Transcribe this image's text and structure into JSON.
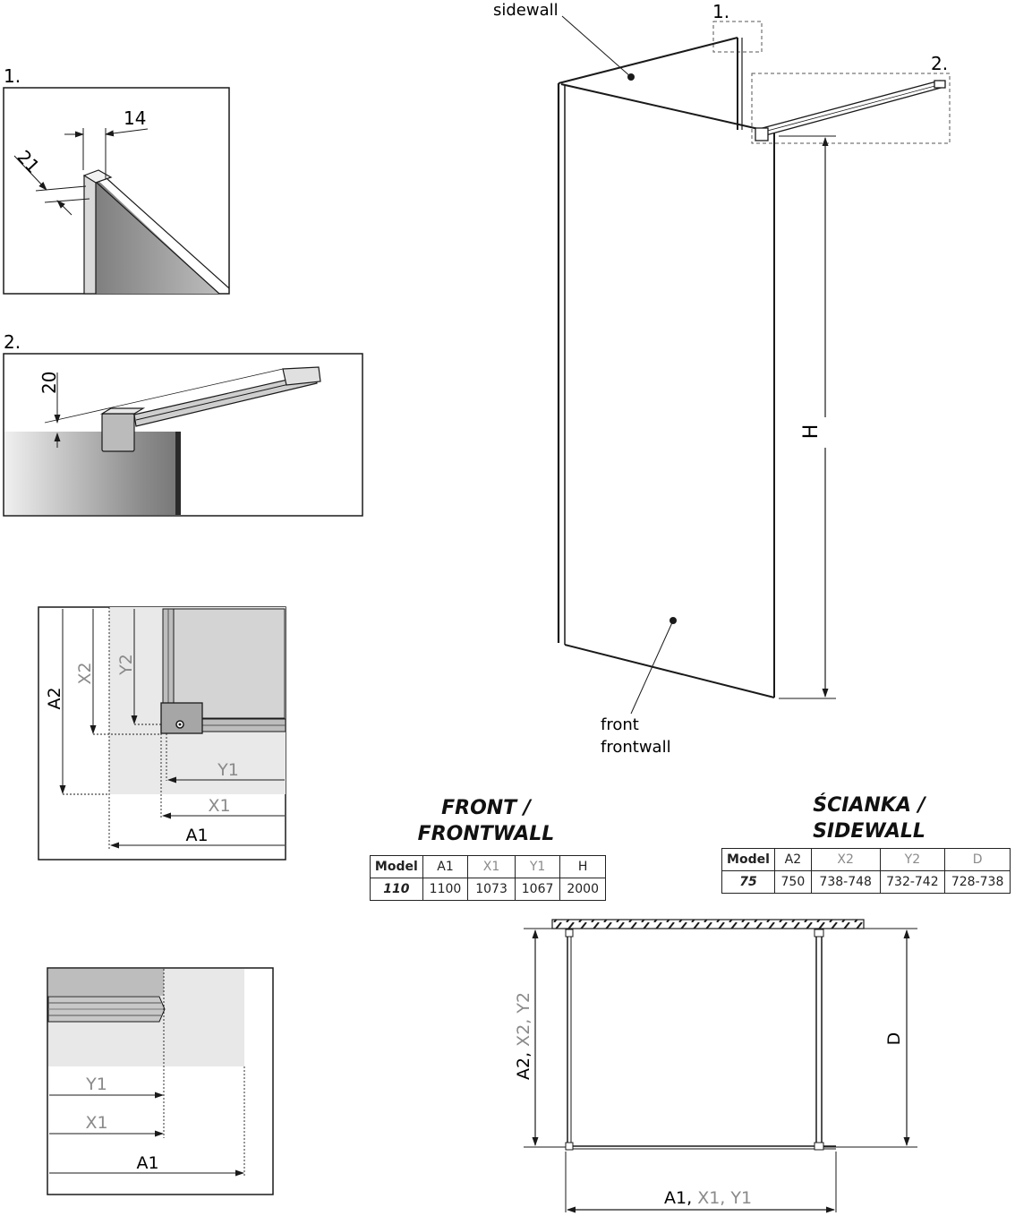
{
  "detail1": {
    "num": "1.",
    "dim_width": "14",
    "dim_gap": "21"
  },
  "detail2": {
    "num": "2.",
    "dim_height": "20"
  },
  "perspective": {
    "sidewall_label": "sidewall",
    "front_label": "front",
    "frontwall_label": "frontwall",
    "callout1": "1.",
    "callout2": "2.",
    "height_label": "H"
  },
  "corner_detail": {
    "a2": "A2",
    "x2": "X2",
    "y2": "Y2",
    "y1": "Y1",
    "x1": "X1",
    "a1": "A1"
  },
  "edge_detail": {
    "y1": "Y1",
    "x1": "X1",
    "a1": "A1"
  },
  "front_table": {
    "title_line1": "FRONT /",
    "title_line2": "FRONTWALL",
    "headers": [
      "Model",
      "A1",
      "X1",
      "Y1",
      "H"
    ],
    "row": [
      "110",
      "1100",
      "1073",
      "1067",
      "2000"
    ]
  },
  "side_table": {
    "title_line1": "ŚCIANKA /",
    "title_line2": "SIDEWALL",
    "headers": [
      "Model",
      "A2",
      "X2",
      "Y2",
      "D"
    ],
    "row": [
      "75",
      "750",
      "738-748",
      "732-742",
      "728-738"
    ]
  },
  "plan": {
    "left_a2": "A2,",
    "left_x2": "X2,",
    "left_y2": "Y2",
    "right_label": "D",
    "bottom_a1": "A1,",
    "bottom_x1": "X1,",
    "bottom_y1": "Y1"
  },
  "colors": {
    "line": "#1a1a1a",
    "gray_text": "#8a8a8a",
    "glass_dark": "#6e6e6e",
    "glass_light": "#e9e9e9",
    "zone": "#e6e6e6"
  }
}
